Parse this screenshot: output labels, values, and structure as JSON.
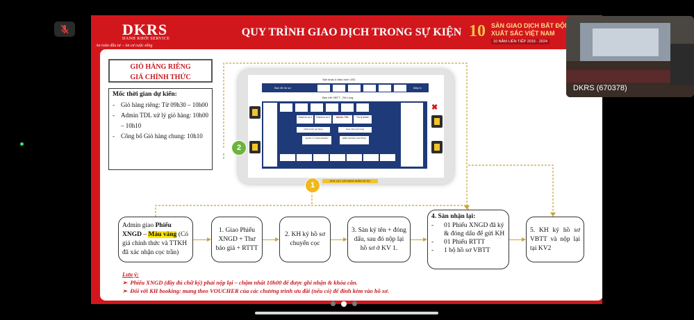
{
  "meeting": {
    "participant_name": "DKRS (670378)"
  },
  "slide": {
    "logo": {
      "name": "DKRS",
      "sub": "DANH KHỞI SERVICE",
      "tagline": "An toàn đầu tư – An cư cuộc sống"
    },
    "title": "QUY TRÌNH GIAO DỊCH TRONG SỰ KIỆN",
    "award": {
      "number": "10",
      "line1": "SÀN GIAO DỊCH BẤT ĐỘNG SẢN",
      "line2": "XUẤT SẮC VIỆT NAM",
      "line3": "10 NĂM LIÊN TIẾP 2015 - 2024"
    },
    "box_title_line1": "GIỎ HÀNG RIÊNG",
    "box_title_line2": "GIÁ CHÍNH THỨC",
    "schedule": {
      "heading": "Mốc thời gian dự kiến:",
      "items": [
        {
          "bullet": "-",
          "text": "Giỏ hàng riêng: Từ 09h30 – 10h00"
        },
        {
          "bullet": "-",
          "text": "Admin TDL xử lý giỏ hàng: 10h00 – 10h10"
        },
        {
          "bullet": "-",
          "text": "Công bố Giỏ hàng chung: 10h10"
        }
      ]
    },
    "map": {
      "stage_label": "Sân khấu & Màn hình LED",
      "stage_sub": "Bàn đề hồ sơ",
      "right_sub": "Máy in",
      "row_label": "Bàn mở VBTT - Sở Long",
      "checks": [
        "Check hồ sơ 1",
        "Check hồ sơ 2",
        "Admin TDL",
        "Trợ lý Admin"
      ],
      "center1": "Nhận hành giỏ hàng",
      "center2": "Giao hành giỏ hàng",
      "manager": "QUẢN LÝ KINH DOANH",
      "pm": "ĐIỆN PHÒNG CHƯƠNG",
      "bottom_label": "KHU VỰC GIỎ HÀNG NHẬN HỒ SƠ"
    },
    "markers": {
      "two": "2",
      "one": "1"
    },
    "steps": {
      "s0_a": "Admin giao ",
      "s0_b": "Phiếu XNGD",
      "s0_c": " – ",
      "s0_d": "Màu vàng",
      "s0_e": " (Có giá chính thức và TTKH đã xác nhận cọc trần)",
      "s1": "1. Giao Phiếu XNGD + Thư báo giá + RTTT",
      "s2": "2. KH ký hồ sơ chuyển cọc",
      "s3": "3. Sàn ký tên + đóng dấu, sau đó nộp lại hồ sơ ở KV 1.",
      "s4_heading": "4. Sàn nhận lại:",
      "s4_items": [
        {
          "bullet": "-",
          "text": "01 Phiếu XNGD đã ký & đóng dấu để gửi KH"
        },
        {
          "bullet": "-",
          "text": "01 Phiếu RTTT"
        },
        {
          "bullet": "-",
          "text": "1 bộ hồ sơ VBTT"
        }
      ],
      "s5": "5. KH ký hồ sơ VBTT và nộp lại tại KV2"
    },
    "note": {
      "label": "Lưu ý:",
      "lines": [
        "Phiếu XNGD (đầy đủ chữ ký) phải nộp lại – chậm nhất 10h00 để được ghi nhận & khóa căn.",
        "Đối với KH booking: mang theo VOUCHER của các chương trình ưu đãi (nếu có) để đính kèm vào hồ sơ."
      ]
    }
  },
  "colors": {
    "slide_red": "#d2171c",
    "note_red": "#c8161d",
    "highlight": "#ffe600",
    "hall_blue": "#1f3a78",
    "marker_green": "#6db33f",
    "marker_yellow": "#f0b81c"
  },
  "icons": {
    "mute": "mic-off-icon"
  }
}
